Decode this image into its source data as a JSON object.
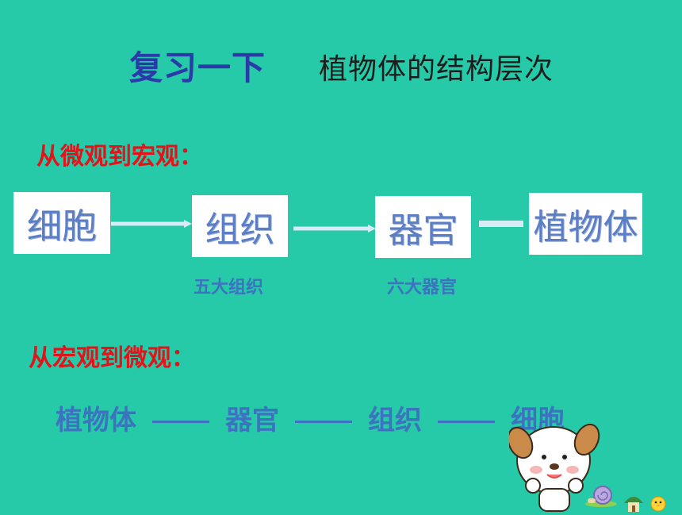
{
  "title": {
    "main": "复习一下",
    "sub": "植物体的结构层次"
  },
  "micro_to_macro": {
    "heading": "从微观到宏观：",
    "levels": [
      "细胞",
      "组织",
      "器官",
      "植物体"
    ],
    "notes": [
      "五大组织",
      "六大器官"
    ]
  },
  "macro_to_micro": {
    "heading": "从宏观到微观：",
    "items": [
      "植物体",
      "器官",
      "组织",
      "细胞"
    ]
  },
  "colors": {
    "background": "#26c9a8",
    "title": "#2a3aa8",
    "heading": "#e3131a",
    "term": "#5b7ec4",
    "note": "#3d72c0"
  },
  "icons": [
    "puppy-mascot-icon",
    "snail-icon",
    "mushroom-house-icon",
    "chick-icon"
  ]
}
